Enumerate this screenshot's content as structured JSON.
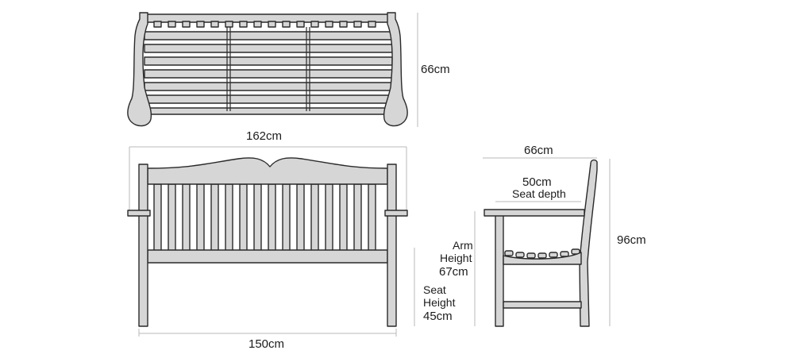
{
  "top_view": {
    "depth_label": "66cm"
  },
  "front_view": {
    "overall_width_label": "162cm",
    "seat_width_label": "150cm",
    "seat_height_line1": "Seat",
    "seat_height_line2": "Height",
    "seat_height_value": "45cm"
  },
  "side_view": {
    "overall_depth_label": "66cm",
    "seat_depth_value": "50cm",
    "seat_depth_caption": "Seat depth",
    "arm_height_line1": "Arm",
    "arm_height_line2": "Height",
    "arm_height_value": "67cm",
    "overall_height_label": "96cm"
  }
}
